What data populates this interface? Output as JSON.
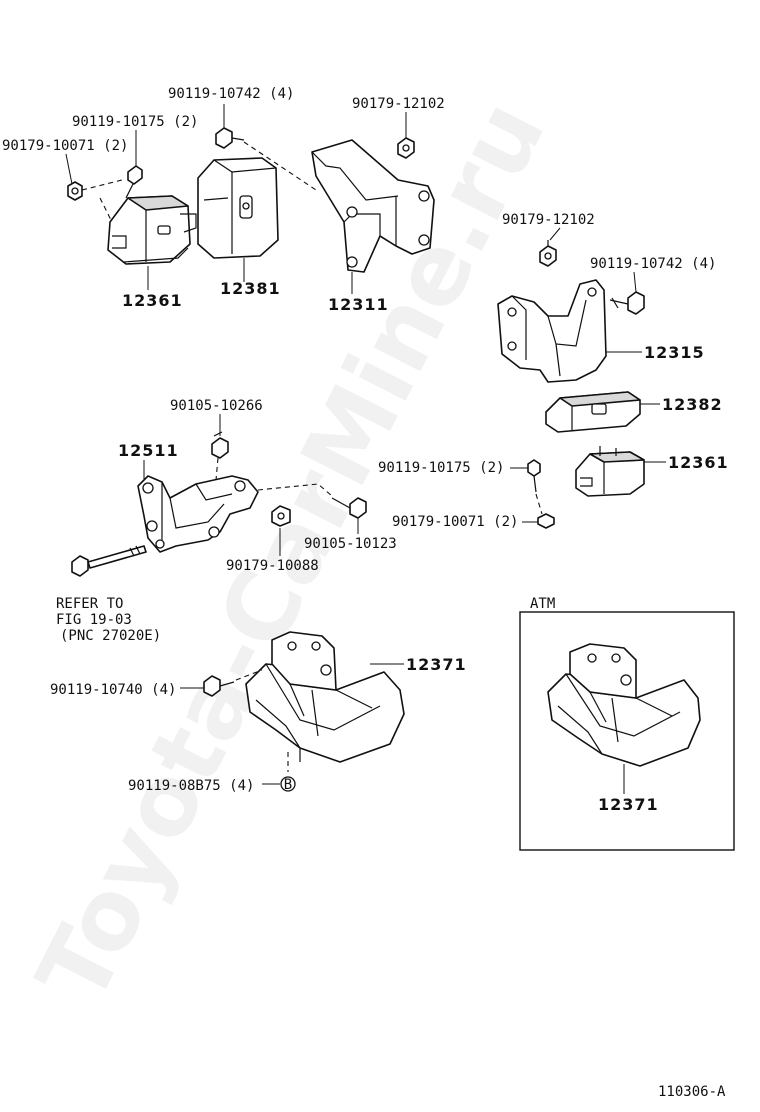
{
  "watermark": "Toyota-CarMine.ru",
  "diagram_id": "110306-A",
  "inset_title": "ATM",
  "refer_note": [
    "REFER TO",
    "FIG 19-03",
    "(PNC 27020E)"
  ],
  "labels": {
    "bolt_90119_10742_top": "90119-10742 (4)",
    "nut_90179_12102_top": "90179-12102",
    "bolt_90119_10175_top": "90119-10175 (2)",
    "nut_90179_10071_top": "90179-10071 (2)",
    "p12361_top": "12361",
    "p12381": "12381",
    "p12311": "12311",
    "nut_90179_12102_right": "90179-12102",
    "bolt_90119_10742_right": "90119-10742 (4)",
    "p12315": "12315",
    "p12382": "12382",
    "bolt_90105_10266": "90105-10266",
    "p12511": "12511",
    "bolt_90119_10175_mid": "90119-10175 (2)",
    "p12361_mid": "12361",
    "bolt_90105_10123": "90105-10123",
    "nut_90179_10071_mid": "90179-10071 (2)",
    "nut_90179_10088": "90179-10088",
    "p12371": "12371",
    "bolt_90119_10740": "90119-10740 (4)",
    "bolt_90119_08b75": "90119-08B75 (4)",
    "marker_b": "B",
    "p12371_atm": "12371"
  }
}
